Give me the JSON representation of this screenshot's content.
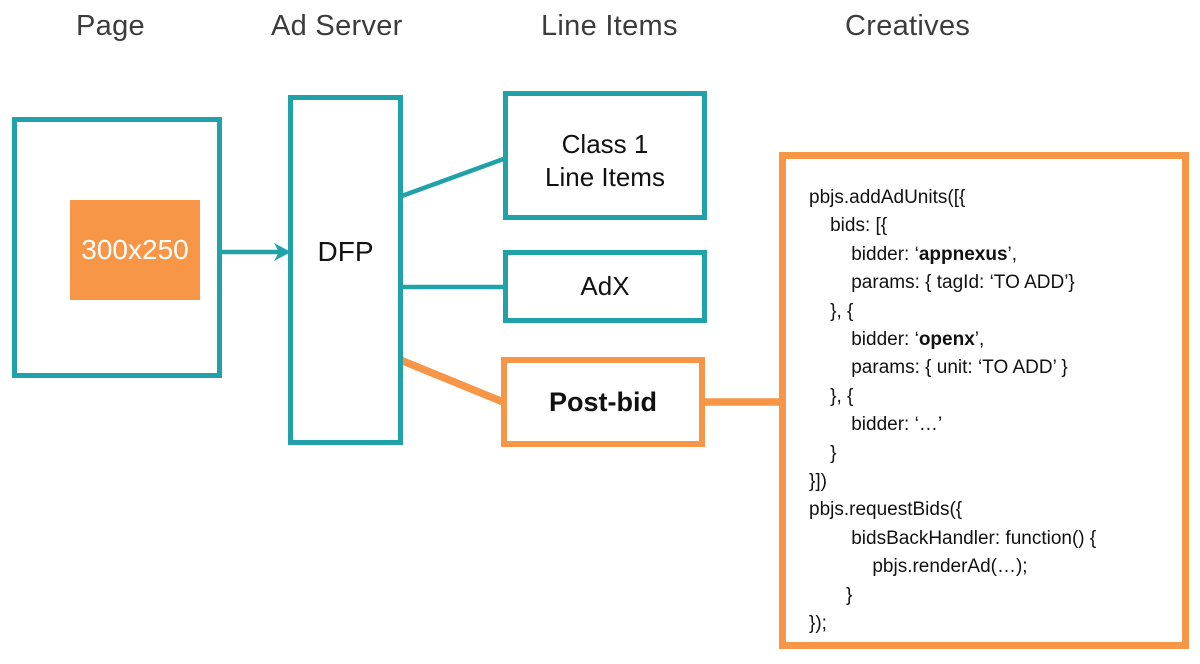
{
  "colors": {
    "teal": "#21A2A8",
    "orange": "#F79646",
    "heading_text": "#3C3C3C",
    "code_text": "#111111"
  },
  "headers": {
    "page": "Page",
    "ad_server": "Ad Server",
    "line_items": "Line Items",
    "creatives": "Creatives"
  },
  "page_column": {
    "ad_slot_label": "300x250"
  },
  "ad_server_column": {
    "dfp_label": "DFP"
  },
  "line_items_column": {
    "class1_label_line1": "Class 1",
    "class1_label_line2": "Line Items",
    "adx_label": "AdX",
    "postbid_label": "Post-bid"
  },
  "creatives_column": {
    "code_lines": [
      {
        "segments": [
          {
            "text": "pbjs.addAdUnits([{"
          }
        ]
      },
      {
        "segments": [
          {
            "text": "    bids: [{"
          }
        ]
      },
      {
        "segments": [
          {
            "text": "        bidder: ‘"
          },
          {
            "text": "appnexus",
            "bold": true
          },
          {
            "text": "’,"
          }
        ]
      },
      {
        "segments": [
          {
            "text": "        params: { tagId: ‘TO ADD’}"
          }
        ]
      },
      {
        "segments": [
          {
            "text": "    }, {"
          }
        ]
      },
      {
        "segments": [
          {
            "text": "        bidder: ‘"
          },
          {
            "text": "openx",
            "bold": true
          },
          {
            "text": "’,"
          }
        ]
      },
      {
        "segments": [
          {
            "text": "        params: { unit: ‘TO ADD’ }"
          }
        ]
      },
      {
        "segments": [
          {
            "text": "    }, {"
          }
        ]
      },
      {
        "segments": [
          {
            "text": "        bidder: ‘…’"
          }
        ]
      },
      {
        "segments": [
          {
            "text": "    }"
          }
        ]
      },
      {
        "segments": [
          {
            "text": "}])"
          }
        ]
      },
      {
        "segments": [
          {
            "text": "pbjs.requestBids({"
          }
        ]
      },
      {
        "segments": [
          {
            "text": "        bidsBackHandler: function() {"
          }
        ]
      },
      {
        "segments": [
          {
            "text": "            pbjs.renderAd(…);"
          }
        ]
      },
      {
        "segments": [
          {
            "text": "       }"
          }
        ]
      },
      {
        "segments": [
          {
            "text": "});"
          }
        ]
      }
    ]
  }
}
